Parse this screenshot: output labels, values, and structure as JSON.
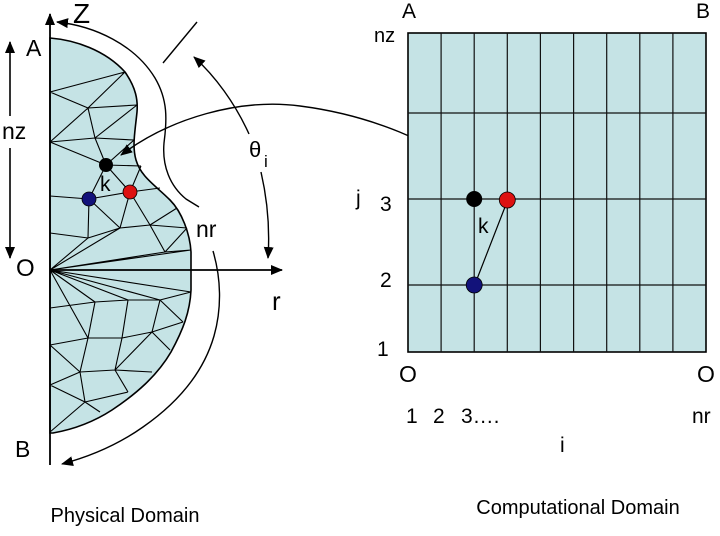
{
  "colors": {
    "region_fill": "#c5e3e5",
    "line": "#000000",
    "node_black": "#000000",
    "node_red": "#dd1111",
    "node_blue": "#12127a"
  },
  "physical": {
    "caption": "Physical Domain",
    "z_axis_label": "Z",
    "r_axis_label": "r",
    "point_a": "A",
    "point_b": "B",
    "origin_label": "O",
    "nz_label": "nz",
    "nr_label": "nr",
    "theta_label": "θ",
    "theta_subscript": "i",
    "k_label": "k"
  },
  "computational": {
    "caption": "Computational Domain",
    "corner_top_left": "A",
    "corner_top_right": "B",
    "corner_bottom_left": "O",
    "corner_bottom_right": "O",
    "nz_label": "nz",
    "j_axis_label": "j",
    "row_labels": [
      "3",
      "2",
      "1"
    ],
    "col_labels": [
      "1",
      "2",
      "3….",
      "nr"
    ],
    "i_axis_label": "i",
    "k_label": "k",
    "grid": {
      "columns": 9,
      "rows": 4
    },
    "nodes": [
      {
        "color": "black",
        "i": 3,
        "j": 3
      },
      {
        "color": "red",
        "i": 4,
        "j": 3
      },
      {
        "color": "blue",
        "i": 3,
        "j": 2
      }
    ]
  }
}
